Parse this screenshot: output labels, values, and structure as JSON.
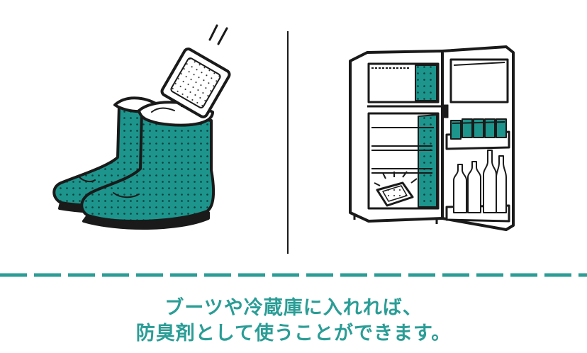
{
  "caption": {
    "line1": "ブーツや冷蔵庫に入れれば、",
    "line2": "防臭剤として使うことができます。"
  },
  "colors": {
    "teal": "#1d958d",
    "caption_teal": "#2a9d96",
    "ink": "#1a1a1a",
    "background": "#ffffff"
  },
  "icons": [
    "boots-illustration",
    "deodorant-pouch-icon",
    "refrigerator-illustration"
  ]
}
